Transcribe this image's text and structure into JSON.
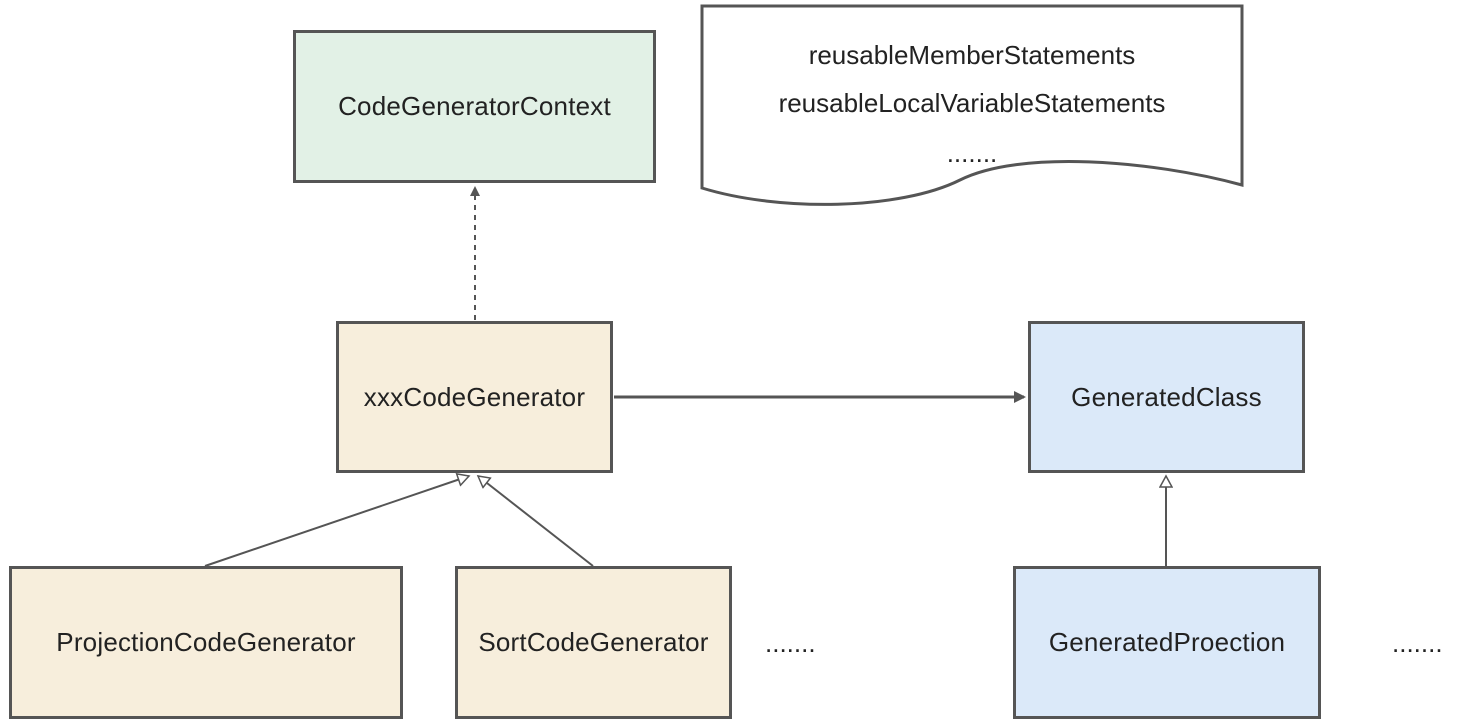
{
  "boxes": {
    "context": "CodeGeneratorContext",
    "xxx": "xxxCodeGenerator",
    "projection": "ProjectionCodeGenerator",
    "sort": "SortCodeGenerator",
    "generated_class": "GeneratedClass",
    "generated_proection": "GeneratedProection"
  },
  "note": {
    "line1": "reusableMemberStatements",
    "line2": "reusableLocalVariableStatements",
    "line3": "......."
  },
  "ellipsis": {
    "generators": ".......",
    "generated": "......."
  },
  "colors": {
    "context_fill": "#e2f1e6",
    "generator_fill": "#f7eedc",
    "generated_fill": "#dbe9f9",
    "border": "#555555"
  }
}
